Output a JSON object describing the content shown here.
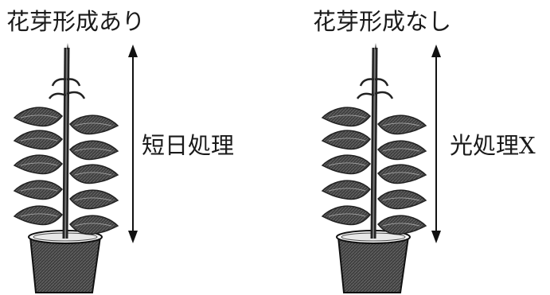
{
  "panels": [
    {
      "title": "花芽形成あり",
      "treatment_label": "短日処理",
      "icon": "potted-plant-icon",
      "indicator": "double-arrow-icon"
    },
    {
      "title": "花芽形成なし",
      "treatment_label": "光処理X",
      "icon": "potted-plant-icon",
      "indicator": "double-arrow-icon"
    }
  ],
  "colors": {
    "text": "#1a1a1a",
    "plant_dark": "#2b2b2b",
    "plant_fill": "#4a4a4a",
    "pot_fill": "#3a3a3a",
    "soil": "#ffffff"
  }
}
